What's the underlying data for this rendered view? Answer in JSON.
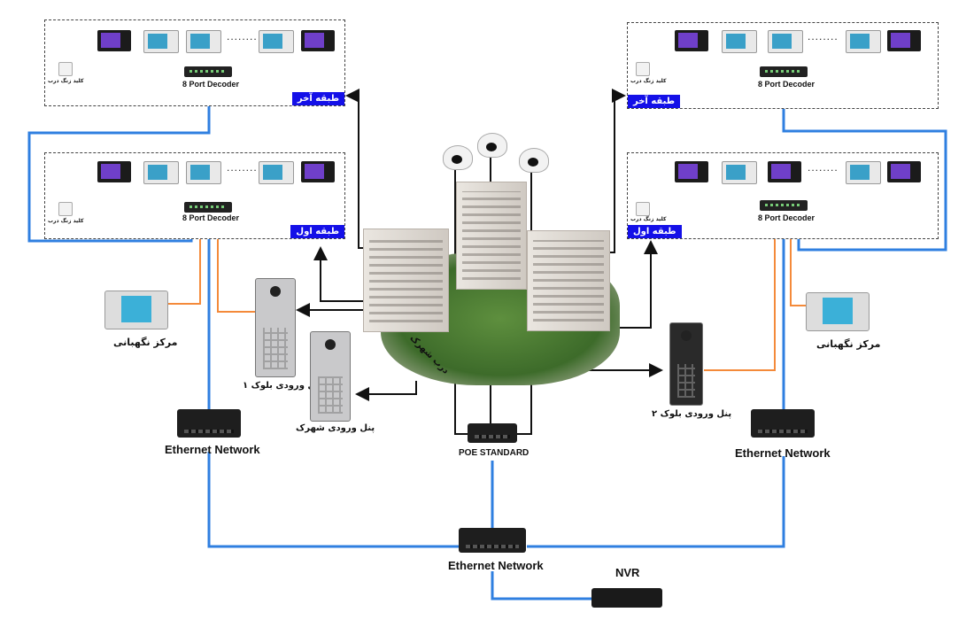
{
  "floors": {
    "top_left": {
      "tag": "طبقه آخر",
      "decoder": "8 Port Decoder",
      "bell": "کلید زنگ درب",
      "dots": "........"
    },
    "mid_left": {
      "tag": "طبقه اول",
      "decoder": "8 Port Decoder",
      "bell": "کلید زنگ درب",
      "dots": "........"
    },
    "top_right": {
      "tag": "طبقه آخر",
      "decoder": "8 Port Decoder",
      "bell": "کلید زنگ درب",
      "dots": "........"
    },
    "mid_right": {
      "tag": "طبقه اول",
      "decoder": "8 Port Decoder",
      "bell": "کلید زنگ درب",
      "dots": "........"
    }
  },
  "devices": {
    "guard_left": "مرکز نگهبانی",
    "guard_right": "مرکز نگهبانی",
    "panel_block1": "پنل ورودی بلوک ۱",
    "panel_town": "پنل ورودی شهرک",
    "panel_block2": "پنل ورودی بلوک ۲",
    "town_gate": "درب شهرک"
  },
  "network": {
    "left_switch": "Ethernet Network",
    "right_switch": "Ethernet Network",
    "center_switch": "Ethernet Network",
    "poe": "POE STANDARD",
    "nvr": "NVR"
  },
  "colors": {
    "orange_wire": "#f48a3a",
    "blue_wire": "#2f7fe0",
    "black_wire": "#111111",
    "floor_tag": "#1410e8"
  }
}
